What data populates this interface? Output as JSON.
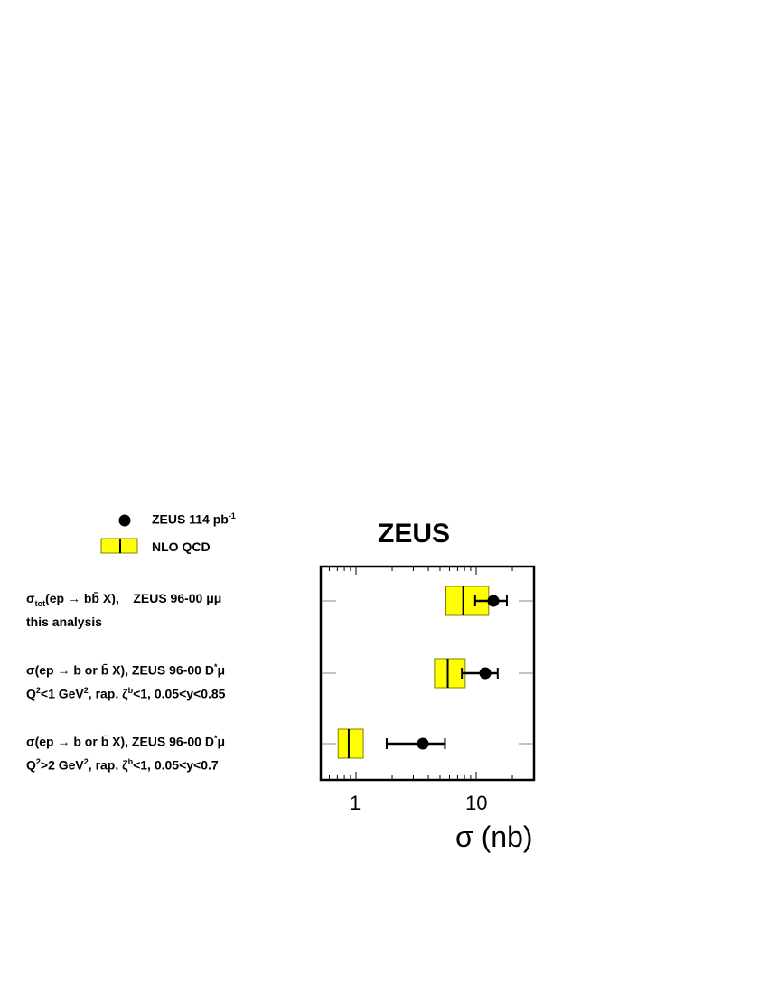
{
  "chart_data": {
    "type": "scatter",
    "title": "ZEUS",
    "xlabel": "σ (nb)",
    "ylabel": "",
    "xscale": "log",
    "xlim": [
      0.5,
      30
    ],
    "xticks": [
      "1",
      "10"
    ],
    "legend": [
      {
        "marker": "filled-circle",
        "label": "ZEUS 114 pb-1"
      },
      {
        "marker": "yellow-box",
        "label": "NLO QCD"
      }
    ],
    "rows": [
      {
        "label_line1": "σtot(ep → bb̄ X),    ZEUS 96-00 μμ",
        "label_line2": "this analysis",
        "data_value": 13.9,
        "data_err_low": 9.8,
        "data_err_high": 18.0,
        "nlo_central": 7.8,
        "nlo_low": 5.6,
        "nlo_high": 12.7
      },
      {
        "label_line1": "σ(ep → b or b̄ X),  ZEUS 96-00 D*μ",
        "label_line2": "Q2<1 GeV2,  rap. ζb<1,  0.05<y<0.85",
        "data_value": 11.9,
        "data_err_low": 7.6,
        "data_err_high": 15.1,
        "nlo_central": 5.8,
        "nlo_low": 4.5,
        "nlo_high": 8.1
      },
      {
        "label_line1": "σ(ep → b or b̄ X),  ZEUS 96-00 D*μ",
        "label_line2": "Q2>2 GeV2,  rap. ζb<1,  0.05<y<0.7",
        "data_value": 3.6,
        "data_err_low": 1.8,
        "data_err_high": 5.5,
        "nlo_central": 0.87,
        "nlo_low": 0.71,
        "nlo_high": 1.15
      }
    ],
    "colors": {
      "nlo_fill": "#ffff00",
      "nlo_edge": "#808000",
      "data": "#000000"
    }
  },
  "legend": {
    "data_label": "ZEUS 114 pb",
    "data_sup": "-1",
    "nlo_label": "NLO QCD"
  },
  "labels": {
    "r1": {
      "sigma": "σ",
      "sub": "tot",
      "a": "(ep → bb̄ X),",
      "b": "ZEUS 96-00 μμ",
      "line2": "this analysis"
    },
    "r2": {
      "a": "σ(ep → b or b̄ X),  ZEUS 96-00 D",
      "sup": "*",
      "mu": "μ",
      "q": "Q",
      "q2": "2",
      "c": "<1 GeV",
      "gev2": "2",
      "d": ",  rap. ζ",
      "zb": "b",
      "e": "<1,  0.05<y<0.85"
    },
    "r3": {
      "a": "σ(ep → b or b̄ X),  ZEUS 96-00 D",
      "sup": "*",
      "mu": "μ",
      "q": "Q",
      "q2": "2",
      "c": ">2 GeV",
      "gev2": "2",
      "d": ",  rap. ζ",
      "zb": "b",
      "e": "<1,  0.05<y<0.7"
    }
  },
  "title": "ZEUS",
  "axis": {
    "tick1": "1",
    "tick10": "10",
    "xlabel": "σ (nb)"
  }
}
